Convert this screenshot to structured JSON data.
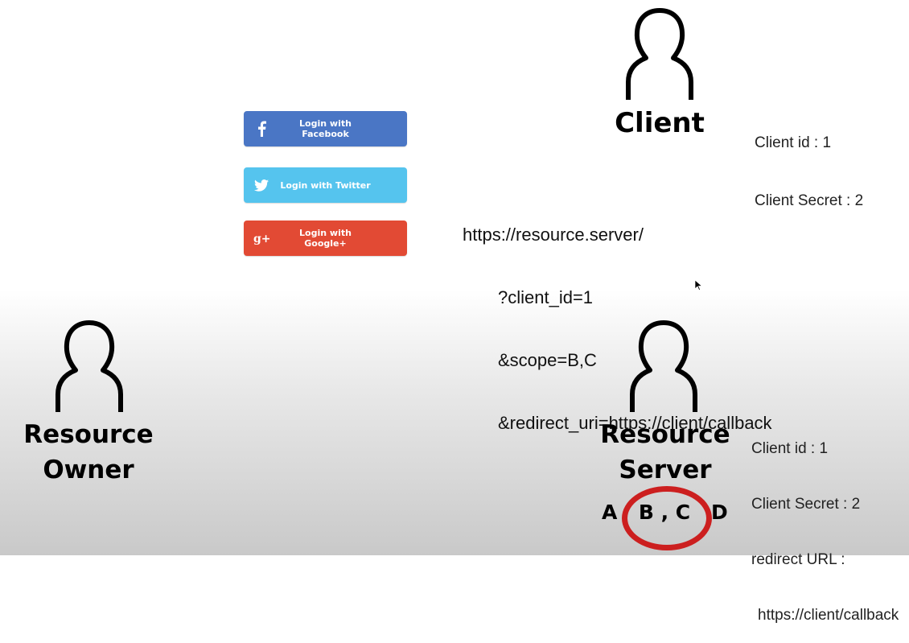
{
  "login_buttons": [
    {
      "label": "Login with Facebook",
      "icon": "facebook-icon",
      "color": "#4a76c5"
    },
    {
      "label": "Login with Twitter",
      "icon": "twitter-icon",
      "color": "#55c4ee"
    },
    {
      "label": "Login with Google+",
      "icon": "google-plus-icon",
      "color": "#e24a34"
    }
  ],
  "client": {
    "label": "Client",
    "info": [
      "Client id : 1",
      "Client Secret : 2"
    ]
  },
  "url": {
    "base": "https://resource.server/",
    "params": [
      "?client_id=1",
      "&scope=B,C",
      "&redirect_uri=https://client/callback"
    ]
  },
  "resource_owner": {
    "label_line1": "Resource",
    "label_line2": "Owner"
  },
  "resource_server": {
    "label_line1": "Resource",
    "label_line2": "Server",
    "info": [
      "Client id : 1",
      "Client Secret : 2",
      "redirect URL :",
      "https://client/callback"
    ],
    "scopes": {
      "first": "A",
      "selected": "B , C",
      "last": "D"
    },
    "highlight_color": "#cc1f1f"
  }
}
